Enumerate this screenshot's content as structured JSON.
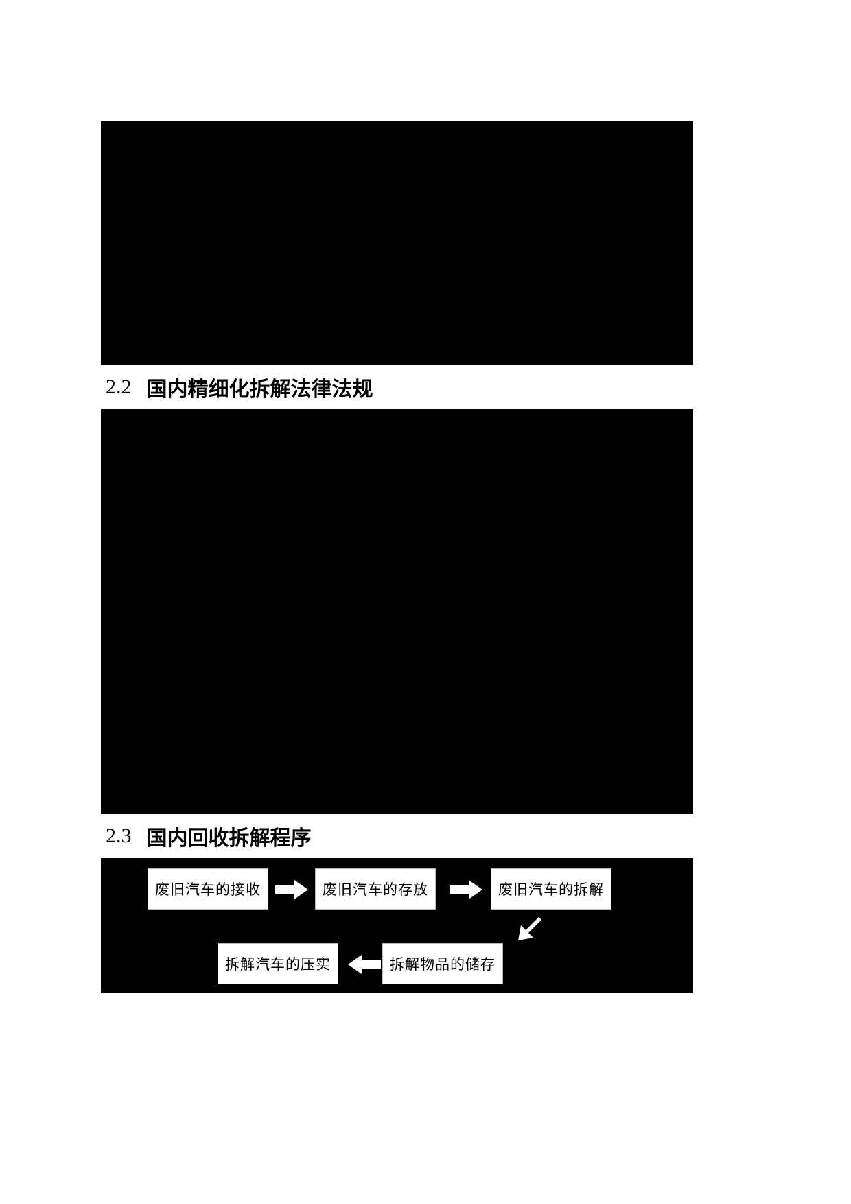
{
  "page": {
    "background_color": "#ffffff",
    "body_color": "#000000",
    "body_note": "redacted document body"
  },
  "sections": [
    {
      "number": "2.2",
      "title": "国内精细化拆解法律法规"
    },
    {
      "number": "2.3",
      "title": "国内回收拆解程序"
    }
  ],
  "flowchart": {
    "type": "process-flow",
    "box_fill": "#ffffff",
    "arrow_fill": "#ffffff",
    "boxes": [
      {
        "id": "receive",
        "label": "废旧汽车的接收",
        "row": 1,
        "order": 1
      },
      {
        "id": "storage",
        "label": "废旧汽车的存放",
        "row": 1,
        "order": 2
      },
      {
        "id": "dismantle",
        "label": "废旧汽车的拆解",
        "row": 1,
        "order": 3
      },
      {
        "id": "compact",
        "label": "拆解汽车的压实",
        "row": 2,
        "order": 2
      },
      {
        "id": "partstore",
        "label": "拆解物品的储存",
        "row": 2,
        "order": 1
      }
    ],
    "arrows": [
      {
        "id": "arrow-1",
        "from": "receive",
        "to": "storage",
        "direction": "right"
      },
      {
        "id": "arrow-2",
        "from": "storage",
        "to": "dismantle",
        "direction": "right"
      },
      {
        "id": "arrow-diag",
        "from": "dismantle",
        "to": "partstore",
        "direction": "down-left"
      },
      {
        "id": "arrow-3",
        "from": "partstore",
        "to": "compact",
        "direction": "left"
      }
    ]
  }
}
